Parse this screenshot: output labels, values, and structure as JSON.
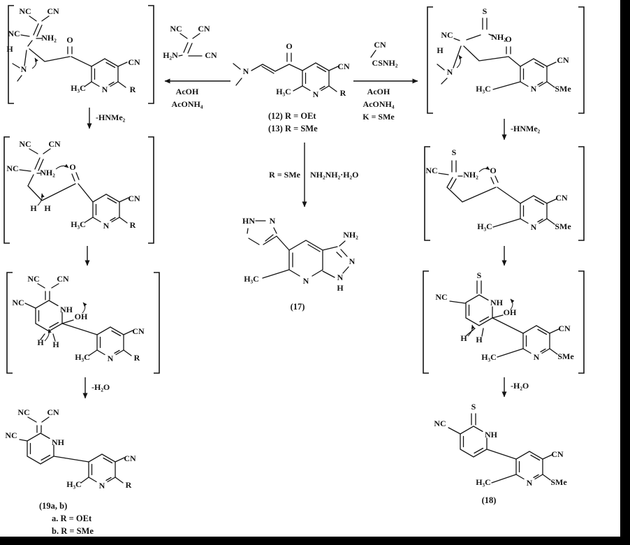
{
  "atoms": {
    "NC": "NC",
    "CN": "CN",
    "NH2": "NH₂",
    "H2N": "H₂N",
    "H": "H",
    "N": "N",
    "O": "O",
    "S": "S",
    "NH": "NH",
    "OH": "OH",
    "H3C": "H₃C",
    "R": "R",
    "SMe": "SMe",
    "HN": "HN"
  },
  "cond": {
    "amine": "-HNMe₂",
    "water": "-H₂O",
    "acoh": "AcOH",
    "aconh4": "AcONH₄",
    "cn": "CN",
    "csnh2": "CSNH₂",
    "ksme": "K = SMe",
    "rsme": "R = SMe",
    "hydrazine": "NH₂NH₂·H₂O"
  },
  "captions": {
    "c12": "(12)  R = OEt",
    "c13": "(13)  R = SMe",
    "c17": "(17)",
    "c18": "(18)",
    "c19": "(19a, b)",
    "c19a": "a. R = OEt",
    "c19b": "b. R = SMe"
  }
}
